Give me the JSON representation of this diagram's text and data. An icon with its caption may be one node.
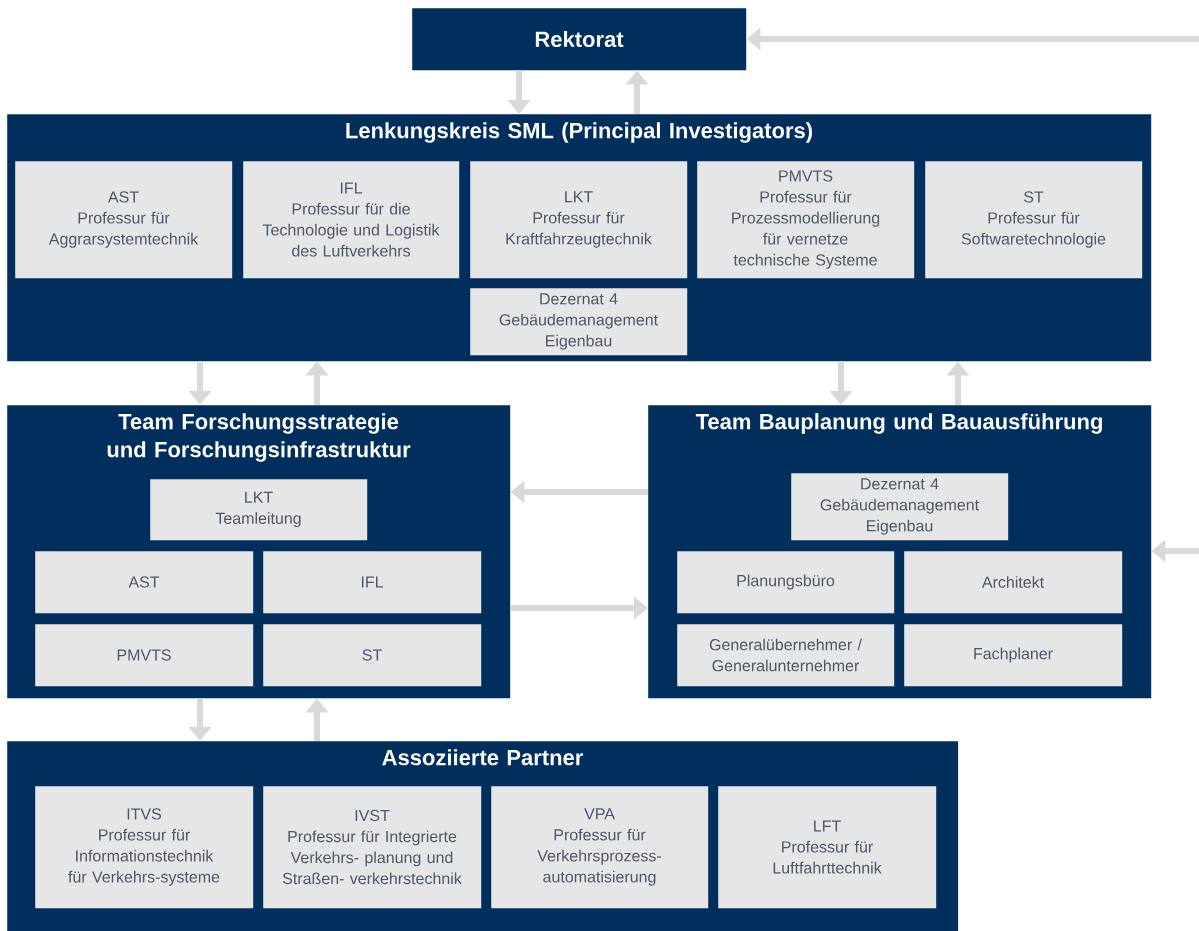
{
  "diagram": {
    "nodes": [
      {
        "text": [
          "Rektorat"
        ]
      },
      {
        "text": [
          "Lenkungskreis SML (Principal Investigators)"
        ]
      },
      {
        "text": [
          "AST",
          "Professur für Aggrarsystemtechnik"
        ],
        "in": 1
      },
      {
        "text": [
          "IFL",
          "Professur für die Technologie und Logistik des Luftverkehrs"
        ],
        "in": 1
      },
      {
        "text": [
          "LKT",
          "Professur für Kraftfahrzeugtechnik"
        ],
        "in": 1
      },
      {
        "text": [
          "PMVTS",
          "Professur für Prozessmodellierung für vernetze technische Systeme"
        ],
        "in": 1
      },
      {
        "text": [
          "ST",
          "Professur für Softwaretechnologie"
        ],
        "in": 1
      },
      {
        "text": [
          "Dezernat 4",
          "Gebäudemanagement Eigenbau"
        ],
        "in": 1
      },
      {
        "text": [
          "Team Forschungsstrategie und Forschungsinfrastruktur"
        ]
      },
      {
        "text": [
          "LKT",
          "Teamleitung"
        ],
        "in": 8
      },
      {
        "text": [
          "AST"
        ],
        "in": 8
      },
      {
        "text": [
          "IFL"
        ],
        "in": 8
      },
      {
        "text": [
          "PMVTS"
        ],
        "in": 8
      },
      {
        "text": [
          "ST"
        ],
        "in": 8
      },
      {
        "text": [
          "Team Bauplanung und Bauausführung"
        ]
      },
      {
        "text": [
          "Dezernat 4",
          "Gebäudemanagement Eigenbau"
        ],
        "in": 14
      },
      {
        "text": [
          "Planungsbüro"
        ],
        "in": 14
      },
      {
        "text": [
          "Architekt"
        ],
        "in": 14
      },
      {
        "text": [
          "Generalübernehmer / Generalunternehmer"
        ],
        "in": 14
      },
      {
        "text": [
          "Fachplaner"
        ],
        "in": 14
      },
      {
        "text": [
          "Assoziierte Partner"
        ]
      },
      {
        "text": [
          "ITVS",
          "Professur für Informationstechnik für Verkehrs-systeme"
        ],
        "in": 20
      },
      {
        "text": [
          "IVST",
          "Professur für Integrierte Verkehrs- planung und Straßen- verkehrstechnik"
        ],
        "in": 20
      },
      {
        "text": [
          "VPA",
          "Professur für Verkehrsprozess- automatisierung"
        ],
        "in": 20
      },
      {
        "text": [
          "LFT",
          "Professur für Luftfahrttechnik"
        ],
        "in": 20
      }
    ],
    "edges": [
      {
        "from": 0,
        "to": 1,
        "arrow": "to"
      },
      {
        "from": 1,
        "to": 0,
        "arrow": "to"
      },
      {
        "from": null,
        "to": 0,
        "arrow": "to"
      },
      {
        "from": 1,
        "to": 8,
        "arrow": "to"
      },
      {
        "from": 8,
        "to": 1,
        "arrow": "to"
      },
      {
        "from": 1,
        "to": 14,
        "arrow": "to"
      },
      {
        "from": 14,
        "to": 1,
        "arrow": "to"
      },
      {
        "from": 14,
        "to": 8,
        "arrow": "to"
      },
      {
        "from": 8,
        "to": 14,
        "arrow": "to"
      },
      {
        "from": null,
        "to": 14,
        "arrow": "to"
      },
      {
        "from": 8,
        "to": 20,
        "arrow": "to"
      },
      {
        "from": 20,
        "to": 8,
        "arrow": "to"
      }
    ]
  }
}
